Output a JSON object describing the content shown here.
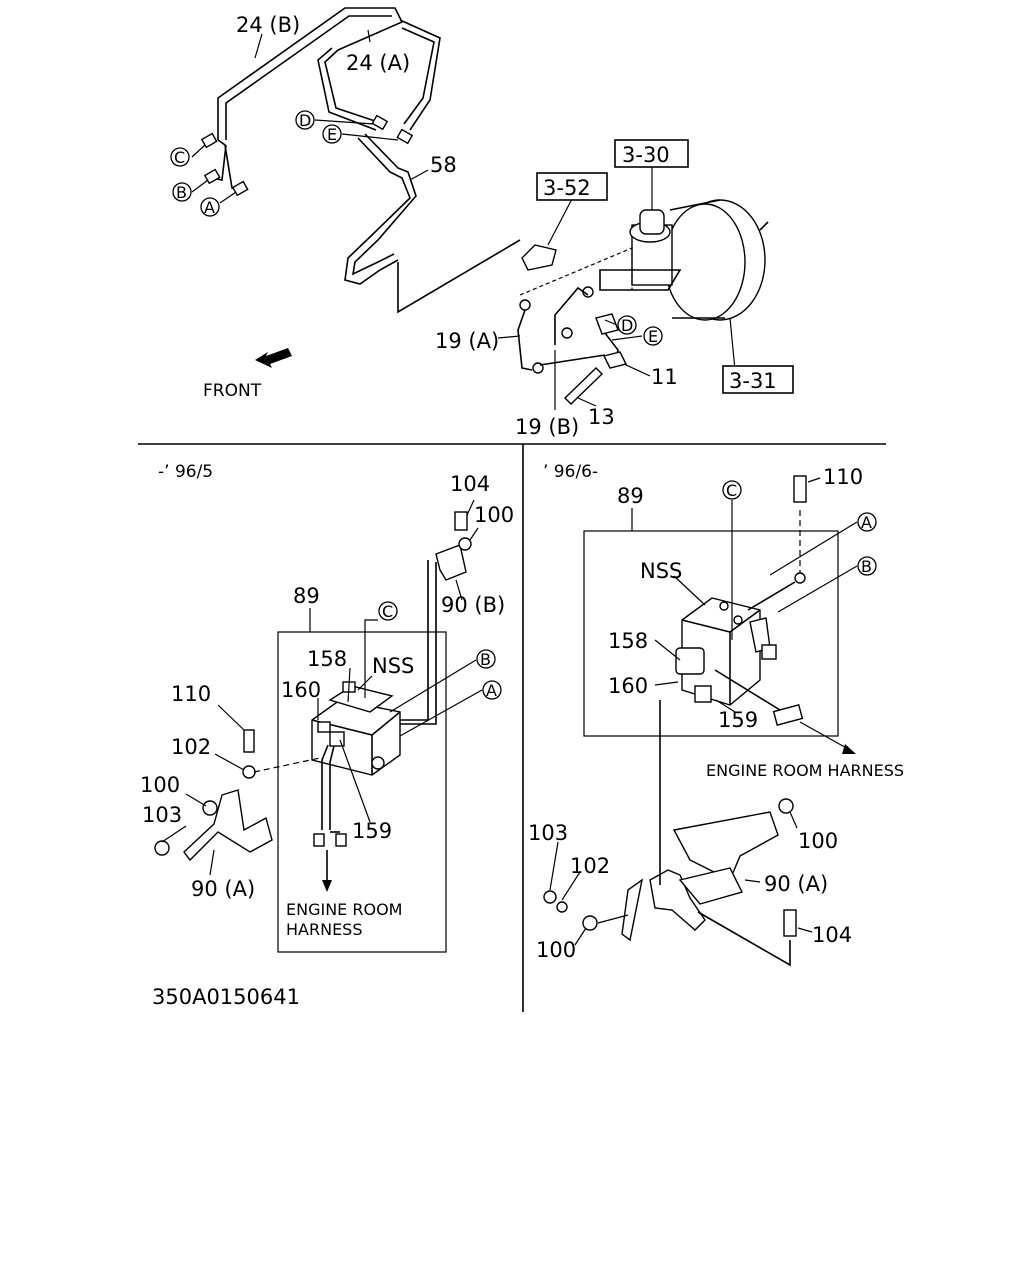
{
  "top": {
    "labels": {
      "pipe_24b": "24 (B)",
      "pipe_24a": "24 (A)",
      "hose_58": "58",
      "ref_3_30": "3-30",
      "ref_3_52": "3-52",
      "ref_3_31": "3-31",
      "pipe_19a": "19 (A)",
      "pipe_19b": "19 (B)",
      "part_11": "11",
      "part_13": "13",
      "front": "FRONT"
    },
    "circles": {
      "c": "C",
      "b": "B",
      "a": "A",
      "d": "D",
      "e": "E",
      "d2": "D",
      "e2": "E"
    }
  },
  "left": {
    "period": "-’ 96/5",
    "labels": {
      "p104": "104",
      "p100a": "100",
      "p90b": "90 (B)",
      "p89": "89",
      "p158": "158",
      "nss": "NSS",
      "p160": "160",
      "p110": "110",
      "p102": "102",
      "p100b": "100",
      "p103": "103",
      "p159": "159",
      "p90a": "90 (A)"
    },
    "circles": {
      "c": "C",
      "b": "B",
      "a": "A"
    },
    "harness": [
      "ENGINE ROOM",
      "HARNESS"
    ]
  },
  "right": {
    "period": "’ 96/6-",
    "labels": {
      "p89": "89",
      "p110": "110",
      "nss": "NSS",
      "p158": "158",
      "p160": "160",
      "p159": "159",
      "p100a": "100",
      "p103": "103",
      "p102": "102",
      "p90a": "90 (A)",
      "p100b": "100",
      "p104": "104"
    },
    "circles": {
      "c": "C",
      "a": "A",
      "b": "B"
    },
    "harness": "ENGINE ROOM HARNESS"
  },
  "code": "350A0150641"
}
